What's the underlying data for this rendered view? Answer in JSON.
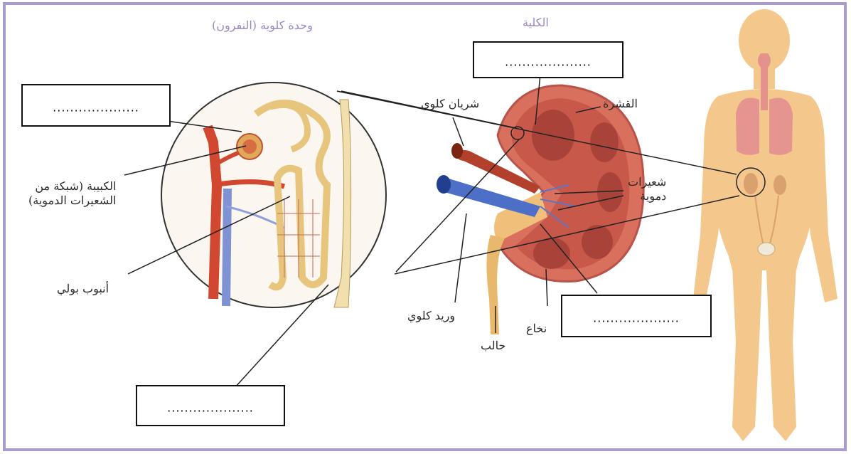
{
  "titles": {
    "nephron": "وحدة كلوية (النفرون)",
    "kidney": "الكلية"
  },
  "labels": {
    "renal_artery": "شريان كلوي",
    "cortex": "القشرة",
    "capillaries": "شعيرات\nدموية",
    "glomerulus": "الكبيبة (شبكة من\nالشعيرات الدموية)",
    "urinary_tubule": "أنبوب بولي",
    "renal_vein": "وريد كلوي",
    "ureter": "حالب",
    "medulla": "نخاع"
  },
  "blanks": {
    "top_kidney": "....................",
    "left_nephron": "....................",
    "right_medulla": "....................",
    "bottom_tubule": "...................."
  },
  "colors": {
    "frame_border": "#a99bcd",
    "title_color": "#9a86c2",
    "body_skin": "#f4c88c",
    "kidney_cortex": "#d9705e",
    "kidney_medulla": "#b04a3b",
    "vein_blue": "#4d6fc7",
    "artery_red": "#c7402e"
  }
}
